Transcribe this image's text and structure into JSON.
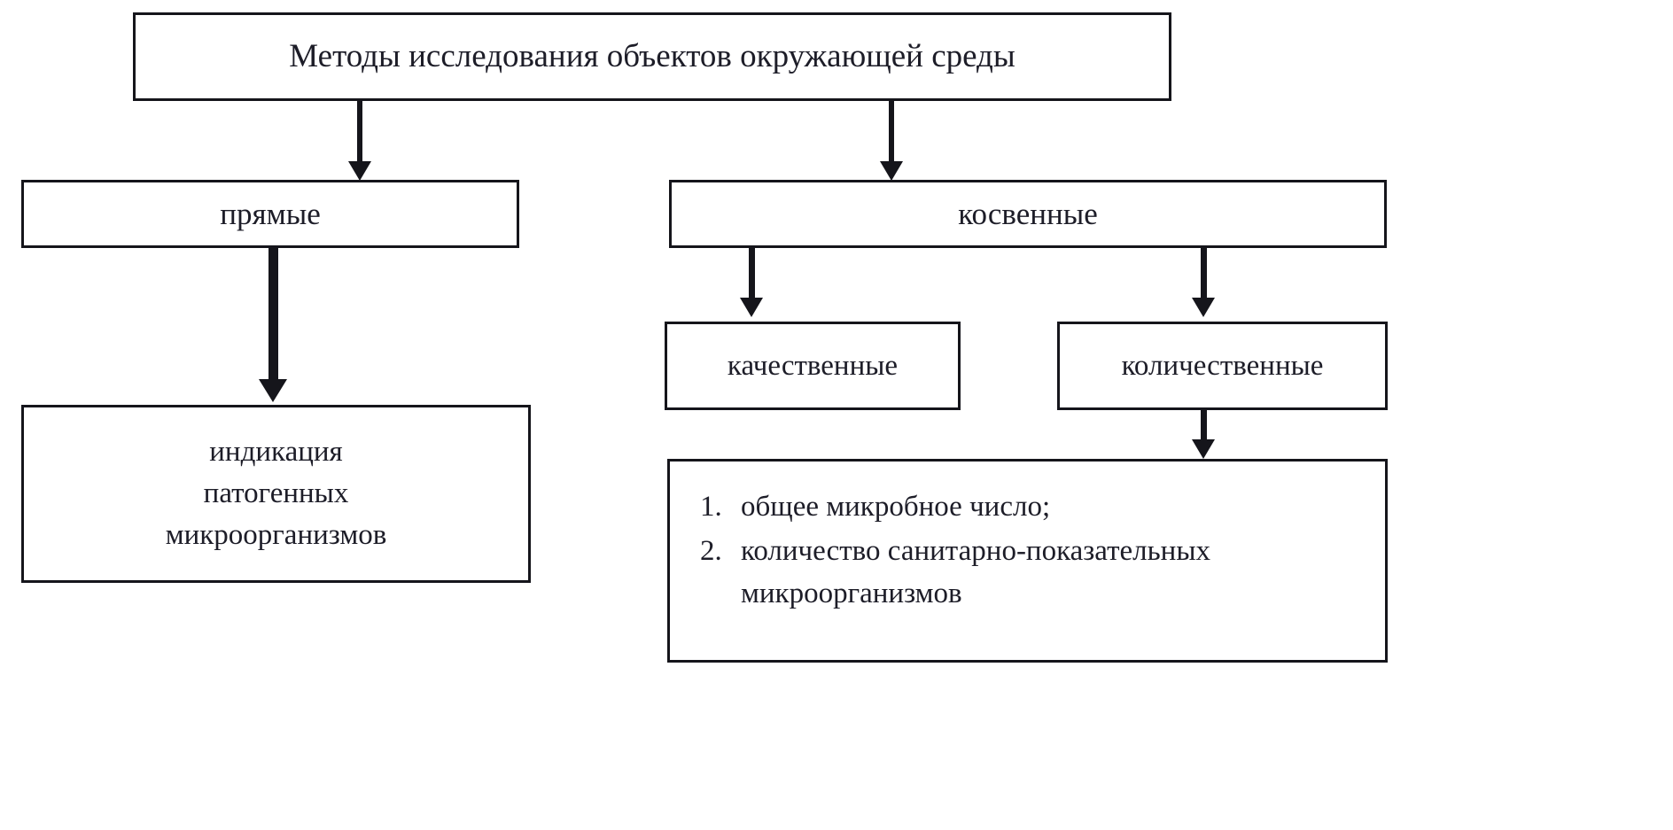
{
  "diagram": {
    "title": "Методы исследования объектов окружающей среды",
    "type": "tree-flowchart",
    "colors": {
      "border": "#15151b",
      "background": "#ffffff",
      "text": "#1d1d28"
    },
    "nodes": {
      "root": {
        "label": "Методы исследования объектов окружающей среды"
      },
      "direct": {
        "label": "прямые"
      },
      "indirect": {
        "label": "косвенные"
      },
      "pathogen_indication": {
        "label": "индикация\nпатогенных\nмикроорганизмов"
      },
      "qualitative": {
        "label": "качественные"
      },
      "quantitative": {
        "label": "количественные"
      },
      "quantitative_detail": {
        "items": [
          {
            "marker": "1.",
            "text": "общее микробное число;"
          },
          {
            "marker": "2.",
            "text": "количество санитарно-показательных микроорганизмов"
          }
        ]
      }
    },
    "edges": [
      {
        "name": "root-to-direct",
        "from": "root",
        "to": "direct"
      },
      {
        "name": "root-to-indirect",
        "from": "root",
        "to": "indirect"
      },
      {
        "name": "direct-to-pathogen",
        "from": "direct",
        "to": "pathogen_indication"
      },
      {
        "name": "indirect-to-qualitative",
        "from": "indirect",
        "to": "qualitative"
      },
      {
        "name": "indirect-to-quantitative",
        "from": "indirect",
        "to": "quantitative"
      },
      {
        "name": "quantitative-to-detail",
        "from": "quantitative",
        "to": "quantitative_detail"
      }
    ]
  }
}
